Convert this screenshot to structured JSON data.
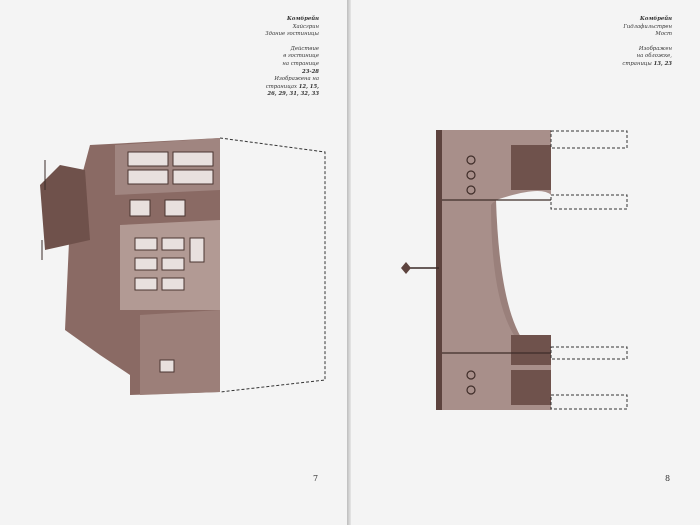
{
  "left_page": {
    "caption": {
      "title": "Комбрейн",
      "location": "Хайсгрин",
      "object": "Здание гостиницы",
      "action_line1": "Действие",
      "action_line2": "в гостинице",
      "action_line3": "на странице",
      "action_pages": "23-28",
      "shown_line1": "Изображена на",
      "shown_line2": "страницах",
      "shown_pages_a": "12, 15,",
      "shown_pages_b": "26, 29, 31, 32, 33"
    },
    "page_number": "7"
  },
  "right_page": {
    "caption": {
      "title": "Комбрейн",
      "location": "Гидлафильстрен",
      "object": "Мост",
      "shown_line1": "Изображен",
      "shown_line2": "на обложке,",
      "shown_line3": "страницы",
      "shown_pages": "13, 23"
    },
    "page_number": "8"
  }
}
